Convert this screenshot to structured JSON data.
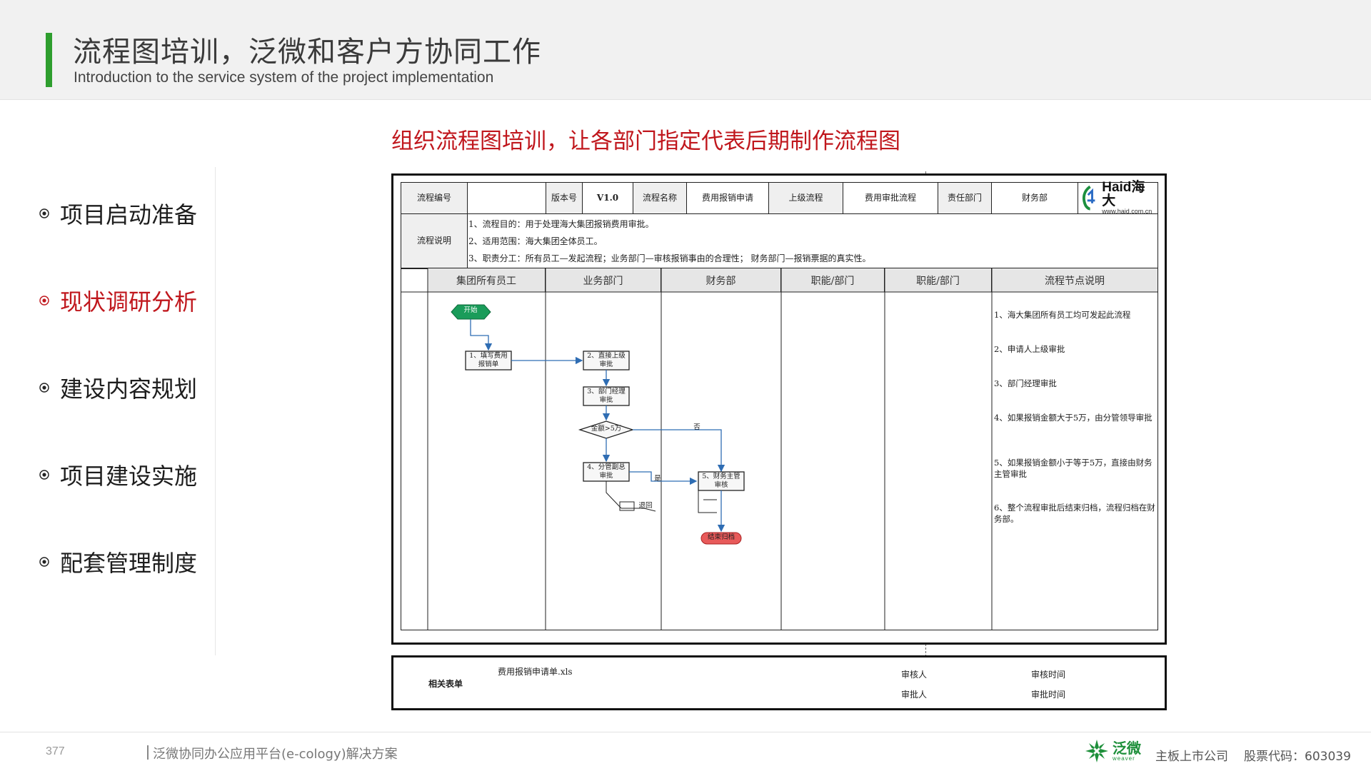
{
  "header": {
    "title": "流程图培训，泛微和客户方协同工作",
    "subtitle": "Introduction to the service system of the project implementation",
    "accent_color": "#2e9e2e"
  },
  "nav": {
    "items": [
      {
        "label": "项目启动准备",
        "active": false
      },
      {
        "label": "现状调研分析",
        "active": true
      },
      {
        "label": "建设内容规划",
        "active": false
      },
      {
        "label": "项目建设实施",
        "active": false
      },
      {
        "label": "配套管理制度",
        "active": false
      }
    ],
    "active_color": "#c0171d"
  },
  "section_title": "组织流程图培训，让各部门指定代表后期制作流程图",
  "flowchart": {
    "header_row": {
      "flow_no_label": "流程编号",
      "flow_no_value": "",
      "version_label": "版本号",
      "version_value": "V1.0",
      "name_label": "流程名称",
      "name_value": "费用报销申请",
      "parent_label": "上级流程",
      "parent_value": "费用审批流程",
      "dept_label": "责任部门",
      "dept_value": "财务部"
    },
    "logo": {
      "name": "Haid海大",
      "url": "www.haid.com.cn",
      "icon": "haid-logo-icon"
    },
    "description_label": "流程说明",
    "description_lines": [
      "1、流程目的：用于处理海大集团报销费用审批。",
      "2、适用范围：海大集团全体员工。",
      "3、职责分工：所有员工—发起流程；业务部门—审核报销事由的合理性；  财务部门—报销票据的真实性。"
    ],
    "lanes": [
      "集团所有员工",
      "业务部门",
      "财务部",
      "职能/部门",
      "职能/部门",
      "流程节点说明"
    ],
    "shapes": {
      "start": "开始",
      "fill_form_1": "1、填写费用",
      "fill_form_2": "报销单",
      "direct_sup_1": "2、直接上级",
      "direct_sup_2": "审批",
      "dept_mgr_1": "3、部门经理",
      "dept_mgr_2": "审批",
      "amount": "金额>5万",
      "vp_1": "4、分管副总",
      "vp_2": "审批",
      "fin_1": "5、财务主管",
      "fin_2": "审核",
      "end": "结束归档",
      "label_no": "否",
      "label_yes": "是",
      "reject_note": "退回"
    },
    "node_notes": [
      "1、海大集团所有员工均可发起此流程",
      "2、申请人上级审批",
      "3、部门经理审批",
      "4、如果报销金额大于5万，由分管领导审批",
      "5、如果报销金额小于等于5万，直接由财务主管审批",
      "6、整个流程审批后结束归档，流程归档在财务部。"
    ],
    "colors": {
      "start_fill": "#1a9c5a",
      "end_fill": "#e85a5a",
      "arrow": "#2f6db3"
    }
  },
  "form_table": {
    "related_label": "相关表单",
    "related_value": "费用报销申请单.xls",
    "reviewer_label": "审核人",
    "approver_label": "审批人",
    "review_time_label": "审核时间",
    "approve_time_label": "审批时间"
  },
  "footer": {
    "page_number": "377",
    "platform_text": "泛微协同办公应用平台(e-cology)解决方案",
    "brand_name": "泛微",
    "brand_sub": "weaver",
    "listed_text": "主板上市公司",
    "stock_text": "股票代码：603039",
    "brand_color": "#1d8f3a"
  }
}
